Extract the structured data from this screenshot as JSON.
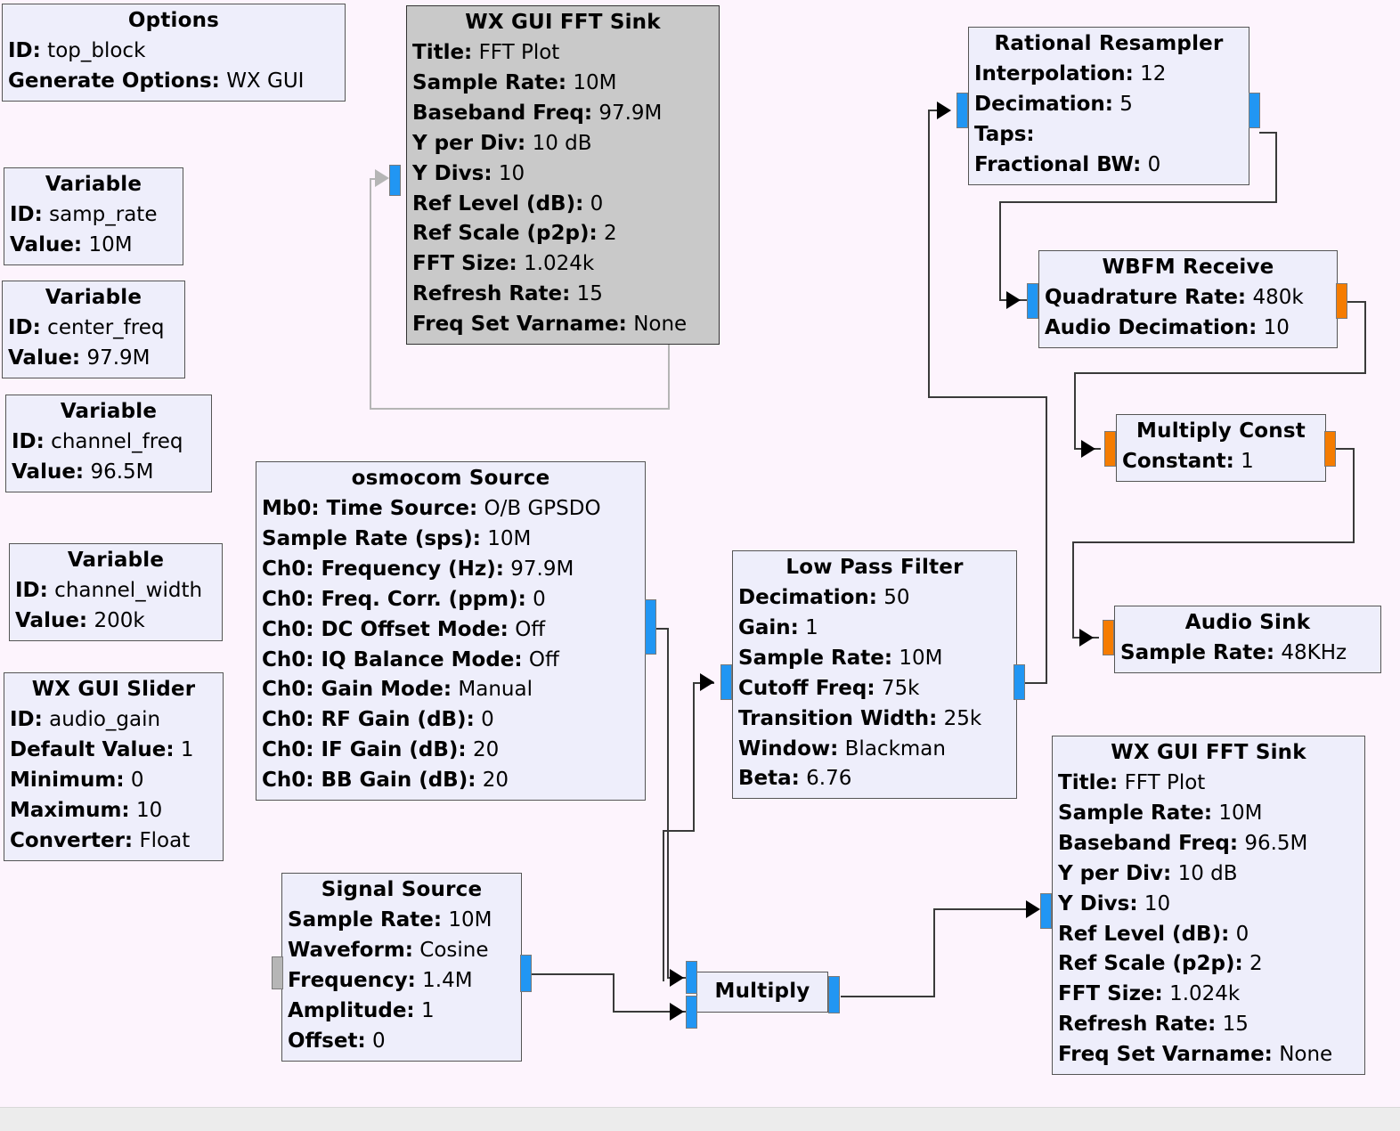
{
  "canvas": {
    "background": "#fdf4fd",
    "statusbar_color": "#ececec",
    "block_fill": "#eeeefb",
    "block_selected_fill": "#c9c9c9",
    "port_complex_color": "#2196f3",
    "port_float_color": "#f57c00",
    "port_message_color": "#b6b6b6"
  },
  "blocks": {
    "options": {
      "title": "Options",
      "rows": [
        {
          "key": "ID:",
          "value": "top_block"
        },
        {
          "key": "Generate Options:",
          "value": "WX GUI"
        }
      ]
    },
    "var_samp_rate": {
      "title": "Variable",
      "rows": [
        {
          "key": "ID:",
          "value": "samp_rate"
        },
        {
          "key": "Value:",
          "value": "10M"
        }
      ]
    },
    "var_center_freq": {
      "title": "Variable",
      "rows": [
        {
          "key": "ID:",
          "value": "center_freq"
        },
        {
          "key": "Value:",
          "value": "97.9M"
        }
      ]
    },
    "var_channel_freq": {
      "title": "Variable",
      "rows": [
        {
          "key": "ID:",
          "value": "channel_freq"
        },
        {
          "key": "Value:",
          "value": "96.5M"
        }
      ]
    },
    "var_channel_width": {
      "title": "Variable",
      "rows": [
        {
          "key": "ID:",
          "value": "channel_width"
        },
        {
          "key": "Value:",
          "value": "200k"
        }
      ]
    },
    "wx_gui_slider": {
      "title": "WX GUI Slider",
      "rows": [
        {
          "key": "ID:",
          "value": "audio_gain"
        },
        {
          "key": "Default Value:",
          "value": "1"
        },
        {
          "key": "Minimum:",
          "value": "0"
        },
        {
          "key": "Maximum:",
          "value": "10"
        },
        {
          "key": "Converter:",
          "value": "Float"
        }
      ]
    },
    "fft_sink_top": {
      "title": "WX GUI FFT Sink",
      "selected": true,
      "rows": [
        {
          "key": "Title:",
          "value": "FFT Plot"
        },
        {
          "key": "Sample Rate:",
          "value": "10M"
        },
        {
          "key": "Baseband Freq:",
          "value": "97.9M"
        },
        {
          "key": "Y per Div:",
          "value": "10 dB"
        },
        {
          "key": "Y Divs:",
          "value": "10"
        },
        {
          "key": "Ref Level (dB):",
          "value": "0"
        },
        {
          "key": "Ref Scale (p2p):",
          "value": "2"
        },
        {
          "key": "FFT Size:",
          "value": "1.024k"
        },
        {
          "key": "Refresh Rate:",
          "value": "15"
        },
        {
          "key": "Freq Set Varname:",
          "value": "None"
        }
      ]
    },
    "osmocom_source": {
      "title": "osmocom Source",
      "rows": [
        {
          "key": "Mb0: Time Source:",
          "value": "O/B GPSDO"
        },
        {
          "key": "Sample Rate (sps):",
          "value": "10M"
        },
        {
          "key": "Ch0: Frequency (Hz):",
          "value": "97.9M"
        },
        {
          "key": "Ch0: Freq. Corr. (ppm):",
          "value": "0"
        },
        {
          "key": "Ch0: DC Offset Mode:",
          "value": "Off"
        },
        {
          "key": "Ch0: IQ Balance Mode:",
          "value": "Off"
        },
        {
          "key": "Ch0: Gain Mode:",
          "value": "Manual"
        },
        {
          "key": "Ch0: RF Gain (dB):",
          "value": "0"
        },
        {
          "key": "Ch0: IF Gain (dB):",
          "value": "20"
        },
        {
          "key": "Ch0: BB Gain (dB):",
          "value": "20"
        }
      ]
    },
    "signal_source": {
      "title": "Signal Source",
      "rows": [
        {
          "key": "Sample Rate:",
          "value": "10M"
        },
        {
          "key": "Waveform:",
          "value": "Cosine"
        },
        {
          "key": "Frequency:",
          "value": "1.4M"
        },
        {
          "key": "Amplitude:",
          "value": "1"
        },
        {
          "key": "Offset:",
          "value": "0"
        }
      ]
    },
    "multiply": {
      "title": "Multiply",
      "rows": []
    },
    "low_pass_filter": {
      "title": "Low Pass Filter",
      "rows": [
        {
          "key": "Decimation:",
          "value": "50"
        },
        {
          "key": "Gain:",
          "value": "1"
        },
        {
          "key": "Sample Rate:",
          "value": "10M"
        },
        {
          "key": "Cutoff Freq:",
          "value": "75k"
        },
        {
          "key": "Transition Width:",
          "value": "25k"
        },
        {
          "key": "Window:",
          "value": "Blackman"
        },
        {
          "key": "Beta:",
          "value": "6.76"
        }
      ]
    },
    "rational_resampler": {
      "title": "Rational Resampler",
      "rows": [
        {
          "key": "Interpolation:",
          "value": "12"
        },
        {
          "key": "Decimation:",
          "value": "5"
        },
        {
          "key": "Taps:",
          "value": ""
        },
        {
          "key": "Fractional BW:",
          "value": "0"
        }
      ]
    },
    "wbfm_receive": {
      "title": "WBFM Receive",
      "rows": [
        {
          "key": "Quadrature Rate:",
          "value": "480k"
        },
        {
          "key": "Audio Decimation:",
          "value": "10"
        }
      ]
    },
    "multiply_const": {
      "title": "Multiply Const",
      "rows": [
        {
          "key": "Constant:",
          "value": "1"
        }
      ]
    },
    "audio_sink": {
      "title": "Audio Sink",
      "rows": [
        {
          "key": "Sample Rate:",
          "value": "48KHz"
        }
      ]
    },
    "fft_sink_bottom": {
      "title": "WX GUI FFT Sink",
      "rows": [
        {
          "key": "Title:",
          "value": "FFT Plot"
        },
        {
          "key": "Sample Rate:",
          "value": "10M"
        },
        {
          "key": "Baseband Freq:",
          "value": "96.5M"
        },
        {
          "key": "Y per Div:",
          "value": "10 dB"
        },
        {
          "key": "Y Divs:",
          "value": "10"
        },
        {
          "key": "Ref Level (dB):",
          "value": "0"
        },
        {
          "key": "Ref Scale (p2p):",
          "value": "2"
        },
        {
          "key": "FFT Size:",
          "value": "1.024k"
        },
        {
          "key": "Refresh Rate:",
          "value": "15"
        },
        {
          "key": "Freq Set Varname:",
          "value": "None"
        }
      ]
    }
  }
}
